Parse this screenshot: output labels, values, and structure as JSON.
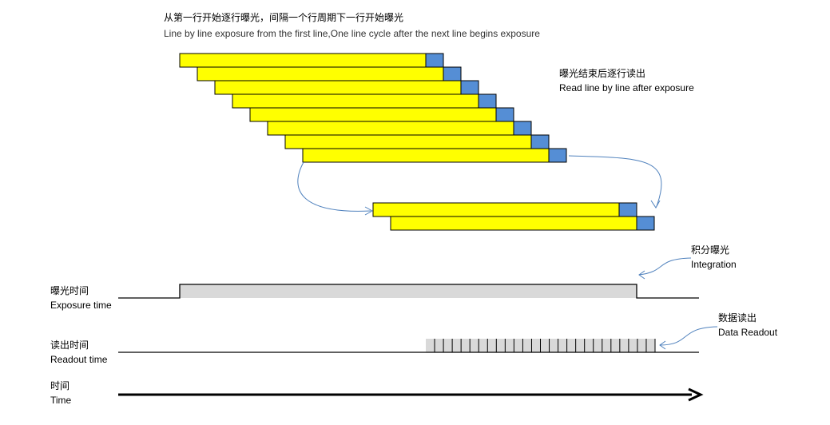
{
  "header": {
    "title_cn": "从第一行开始逐行曝光，间隔一个行周期下一行开始曝光",
    "title_en": "Line by line exposure from the first line,One line cycle after the next line begins exposure"
  },
  "readout_note": {
    "cn": "曝光结束后逐行读出",
    "en": "Read line by line after exposure"
  },
  "integration_note": {
    "cn": "积分曝光",
    "en": "Integration"
  },
  "data_readout_note": {
    "cn": "数据读出",
    "en": "Data Readout"
  },
  "rows": {
    "exposure": {
      "cn": "曝光时间",
      "en": "Exposure time"
    },
    "readout": {
      "cn": "读出时间",
      "en": "Readout time"
    },
    "time": {
      "cn": "时间",
      "en": "Time"
    }
  },
  "diagram": {
    "line_count_top": 8,
    "line_count_bottom": 2,
    "readout_cells": 26,
    "colors": {
      "exposure": "#FFFF00",
      "readout": "#558ED5",
      "timing_fill": "#D9D9D9",
      "arrow": "#4F81BD"
    }
  }
}
